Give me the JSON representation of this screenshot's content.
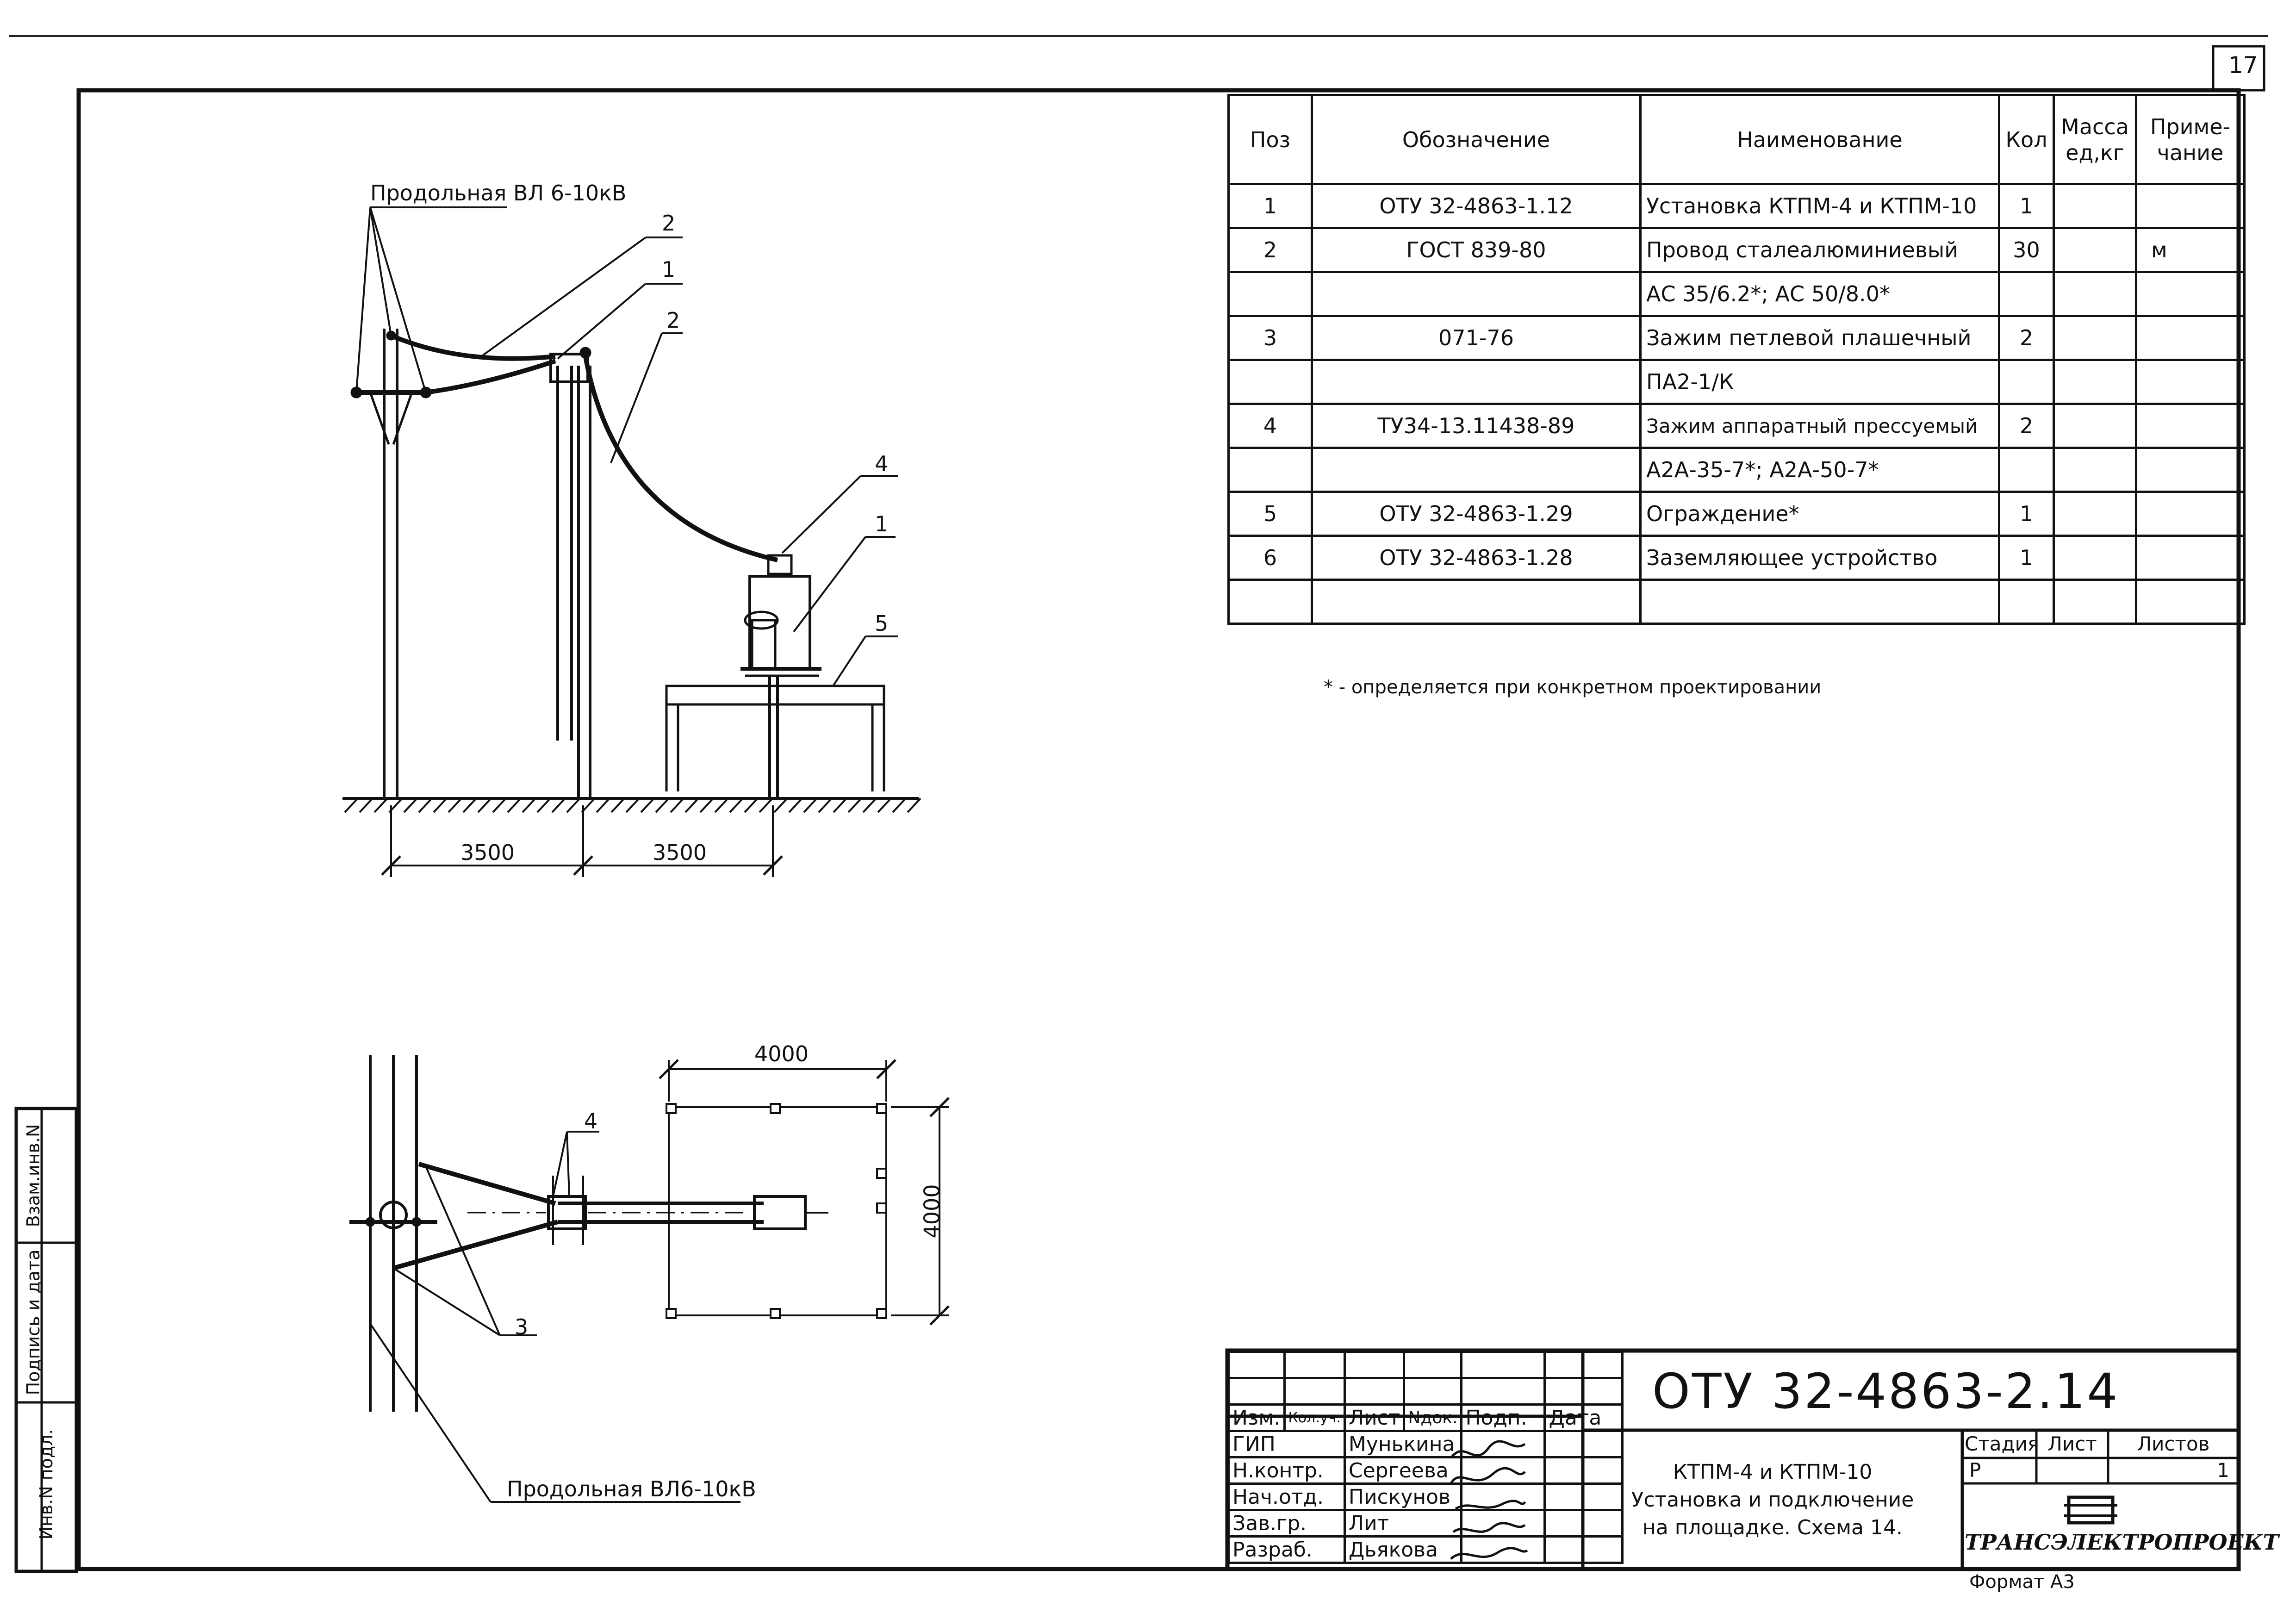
{
  "sheet_number": "17",
  "drawing": {
    "elevation_label": "Продольная ВЛ 6-10кВ",
    "plan_label": "Продольная ВЛ6-10кВ",
    "callouts_elevation": [
      "2",
      "1",
      "2",
      "4",
      "1",
      "5"
    ],
    "callouts_plan": [
      "4",
      "3"
    ],
    "dimensions_elevation": [
      "3500",
      "3500"
    ],
    "dimensions_plan": [
      "4000",
      "4000"
    ]
  },
  "spec_table": {
    "headers": {
      "pos": "Поз",
      "designation": "Обозначение",
      "name": "Наименование",
      "qty": "Кол",
      "mass": "Масса ед,кг",
      "note": "Приме- чание"
    },
    "rows": [
      {
        "pos": "1",
        "designation": "ОТУ 32-4863-1.12",
        "name": "Установка КТПМ-4 и КТПМ-10",
        "qty": "1",
        "mass": "",
        "note": ""
      },
      {
        "pos": "2",
        "designation": "ГОСТ 839-80",
        "name": "Провод сталеалюминиевый",
        "qty": "30",
        "mass": "",
        "note": "м"
      },
      {
        "pos": "",
        "designation": "",
        "name": "АС 35/6.2*; АС 50/8.0*",
        "qty": "",
        "mass": "",
        "note": ""
      },
      {
        "pos": "3",
        "designation": "071-76",
        "name": "Зажим петлевой плашечный",
        "qty": "2",
        "mass": "",
        "note": ""
      },
      {
        "pos": "",
        "designation": "",
        "name": "ПА2-1/К",
        "qty": "",
        "mass": "",
        "note": ""
      },
      {
        "pos": "4",
        "designation": "ТУ34-13.11438-89",
        "name": "Зажим аппаратный прессуемый",
        "qty": "2",
        "mass": "",
        "note": ""
      },
      {
        "pos": "",
        "designation": "",
        "name": "А2А-35-7*; А2А-50-7*",
        "qty": "",
        "mass": "",
        "note": ""
      },
      {
        "pos": "5",
        "designation": "ОТУ 32-4863-1.29",
        "name": "Ограждение*",
        "qty": "1",
        "mass": "",
        "note": ""
      },
      {
        "pos": "6",
        "designation": "ОТУ 32-4863-1.28",
        "name": "Заземляющее устройство",
        "qty": "1",
        "mass": "",
        "note": ""
      },
      {
        "pos": "",
        "designation": "",
        "name": "",
        "qty": "",
        "mass": "",
        "note": ""
      }
    ]
  },
  "footnote": "* - определяется при конкретном проектировании",
  "side_stamp": {
    "cells": [
      "Инв.N подл.",
      "Подпись и дата",
      "Взам.инв.N"
    ]
  },
  "title_block": {
    "doc_code": "ОТУ 32-4863-2.14",
    "head_labels": [
      "Изм.",
      "Кол.уч.",
      "Лист",
      "Nдок.",
      "Подп.",
      "Дата"
    ],
    "roles": [
      {
        "role": "ГИП",
        "person": "Мунькина"
      },
      {
        "role": "Н.контр.",
        "person": "Сергеева"
      },
      {
        "role": "Нач.отд.",
        "person": "Пискунов"
      },
      {
        "role": "Зав.гр.",
        "person": "Лит"
      },
      {
        "role": "Разраб.",
        "person": "Дьякова"
      }
    ],
    "title_lines": [
      "КТПМ-4 и КТПМ-10",
      "Установка и подключение",
      "на площадке. Схема 14."
    ],
    "stage_label": "Стадия",
    "sheet_label": "Лист",
    "sheets_label": "Листов",
    "stage_value": "Р",
    "sheet_value": "",
    "sheets_value": "1",
    "org_name": "ТРАНСЭЛЕКТРОПРОЕКТ",
    "format_label": "Формат А3"
  }
}
